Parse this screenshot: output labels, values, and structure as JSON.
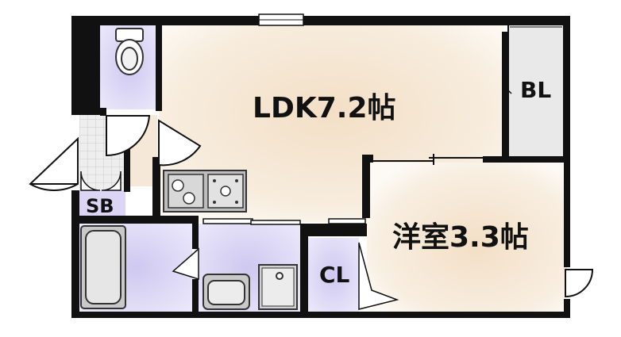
{
  "rooms": {
    "ldk": "LDK7.2帖",
    "western": "洋室3.3帖",
    "bl": "BL",
    "cl": "CL",
    "sb": "SB"
  },
  "colors": {
    "wall": "#111111",
    "floor_warm": "#f6ead9",
    "floor_edge": "#fdf8f1",
    "wet_area": "#d9d4f3",
    "wet_area_light": "#ebe8fb",
    "closet": "#d9d4f3",
    "fixture_grey": "#b8b8b8",
    "fixture_line": "#333333"
  }
}
